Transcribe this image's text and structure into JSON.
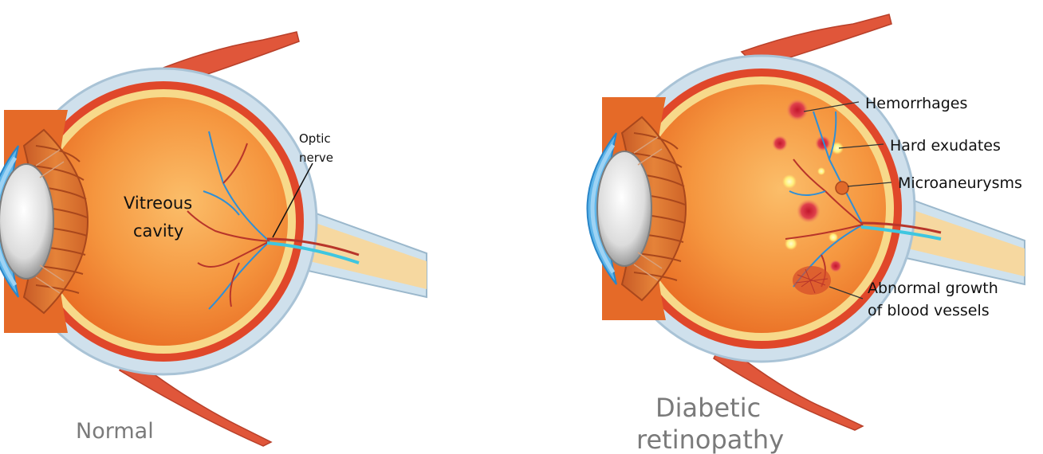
{
  "left_eye": {
    "caption": "Normal",
    "labels": {
      "vitreous_line1": "Vitreous",
      "vitreous_line2": "cavity",
      "optic_line1": "Optic",
      "optic_line2": "nerve"
    }
  },
  "right_eye": {
    "caption_line1": "Diabetic",
    "caption_line2": "retinopathy",
    "labels": {
      "hemorrhages": "Hemorrhages",
      "hard_exudates": "Hard exudates",
      "microaneurysms": "Microaneurysms",
      "abnormal_line1": "Abnormal growth",
      "abnormal_line2": "of blood vessels"
    }
  },
  "colors": {
    "muscle": "#e0563a",
    "sclera": "#c9dce8",
    "choroid": "#e0472a",
    "retina": "#f7d98a",
    "vitreous": "#f4913e",
    "lens_muscle": "#d8692e",
    "cornea": "#3aa0e0",
    "vein": "#2f8fd6",
    "artery": "#b8352a",
    "hemorrhage": "#d22a3a",
    "exudate": "#fff27a"
  }
}
